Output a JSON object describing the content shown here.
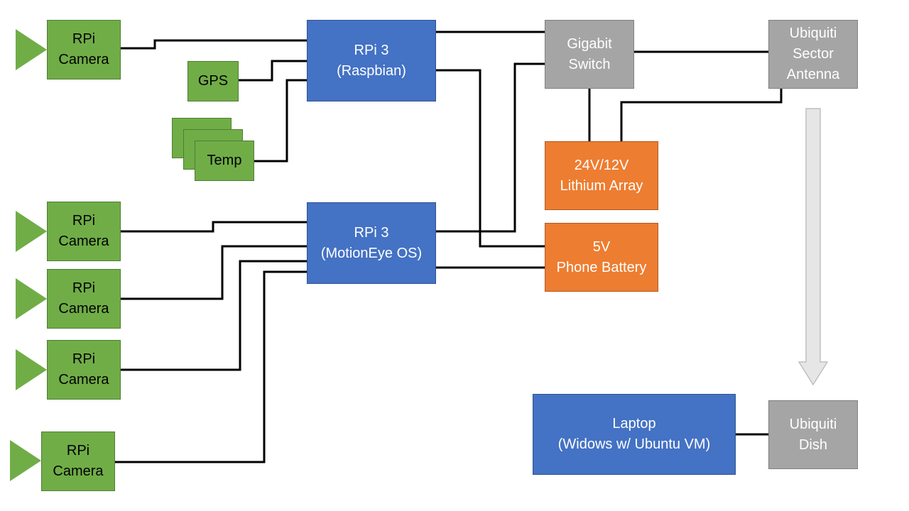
{
  "colors": {
    "camera_green": "#70ad47",
    "pi_blue": "#4472c4",
    "network_gray": "#a5a5a5",
    "power_orange": "#ed7d31",
    "wire": "#000000",
    "arrow_fill": "#e7e6e6"
  },
  "nodes": {
    "camera1": {
      "line1": "RPi",
      "line2": "Camera"
    },
    "camera2": {
      "line1": "RPi",
      "line2": "Camera"
    },
    "camera3": {
      "line1": "RPi",
      "line2": "Camera"
    },
    "camera4": {
      "line1": "RPi",
      "line2": "Camera"
    },
    "camera5": {
      "line1": "RPi",
      "line2": "Camera"
    },
    "gps": {
      "label": "GPS"
    },
    "temp": {
      "label": "Temp"
    },
    "pi_raspbian": {
      "line1": "RPi 3",
      "line2": "(Raspbian)"
    },
    "pi_motioneye": {
      "line1": "RPi 3",
      "line2": "(MotionEye OS)"
    },
    "switch": {
      "line1": "Gigabit",
      "line2": "Switch"
    },
    "sector_antenna": {
      "line1": "Ubiquiti",
      "line2": "Sector",
      "line3": "Antenna"
    },
    "lithium": {
      "line1": "24V/12V",
      "line2": "Lithium Array"
    },
    "phone_battery": {
      "line1": "5V",
      "line2": "Phone Battery"
    },
    "laptop": {
      "line1": "Laptop",
      "line2": "(Widows w/ Ubuntu VM)"
    },
    "dish": {
      "line1": "Ubiquiti",
      "line2": "Dish"
    }
  },
  "connections": [
    {
      "from": "camera1",
      "to": "pi_raspbian"
    },
    {
      "from": "gps",
      "to": "pi_raspbian"
    },
    {
      "from": "temp",
      "to": "pi_raspbian"
    },
    {
      "from": "pi_raspbian",
      "to": "switch"
    },
    {
      "from": "pi_raspbian",
      "to": "phone_battery"
    },
    {
      "from": "switch",
      "to": "sector_antenna"
    },
    {
      "from": "switch",
      "to": "lithium"
    },
    {
      "from": "lithium",
      "to": "sector_antenna"
    },
    {
      "from": "pi_motioneye",
      "to": "switch"
    },
    {
      "from": "pi_motioneye",
      "to": "phone_battery"
    },
    {
      "from": "camera2",
      "to": "pi_motioneye"
    },
    {
      "from": "camera3",
      "to": "pi_motioneye"
    },
    {
      "from": "camera4",
      "to": "pi_motioneye"
    },
    {
      "from": "camera5",
      "to": "pi_motioneye"
    },
    {
      "from": "laptop",
      "to": "dish"
    },
    {
      "from": "sector_antenna",
      "to": "dish",
      "kind": "wireless-link-arrow"
    }
  ]
}
